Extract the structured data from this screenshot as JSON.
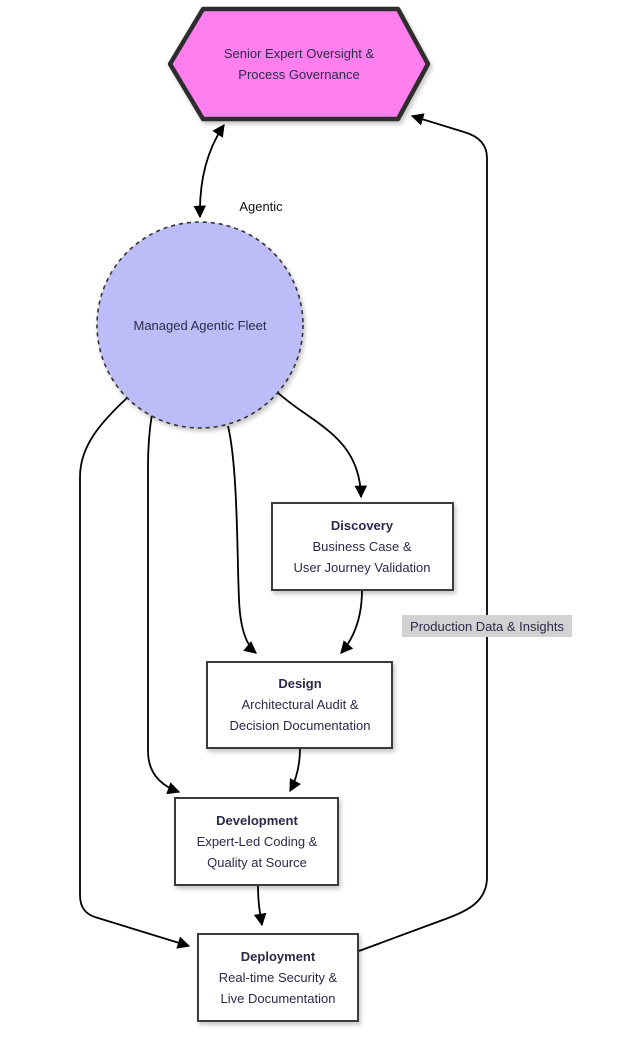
{
  "diagram": {
    "nodes": {
      "governance": {
        "shape": "hexagon",
        "line1": "Senior Expert Oversight &",
        "line2": "Process Governance"
      },
      "fleet": {
        "shape": "circle",
        "label": "Managed Agentic Fleet"
      },
      "discovery": {
        "title": "Discovery",
        "line1": "Business Case &",
        "line2": "User Journey Validation"
      },
      "design": {
        "title": "Design",
        "line1": "Architectural Audit &",
        "line2": "Decision Documentation"
      },
      "development": {
        "title": "Development",
        "line1": "Expert-Led Coding &",
        "line2": "Quality at Source"
      },
      "deployment": {
        "title": "Deployment",
        "line1": "Real-time Security &",
        "line2": "Live Documentation"
      }
    },
    "edge_labels": {
      "agentic": "Agentic",
      "production": "Production Data & Insights"
    },
    "colors": {
      "hexagon_fill": "#ff7fee",
      "hexagon_border": "#2d2d2d",
      "circle_fill": "#bcbcf8",
      "circle_border": "#333333",
      "box_fill": "#ffffff",
      "box_border": "#3b3b3b",
      "node_text": "#2b2a4a",
      "edge_line": "#000000",
      "production_label_bg": "#d2d2d2"
    }
  }
}
